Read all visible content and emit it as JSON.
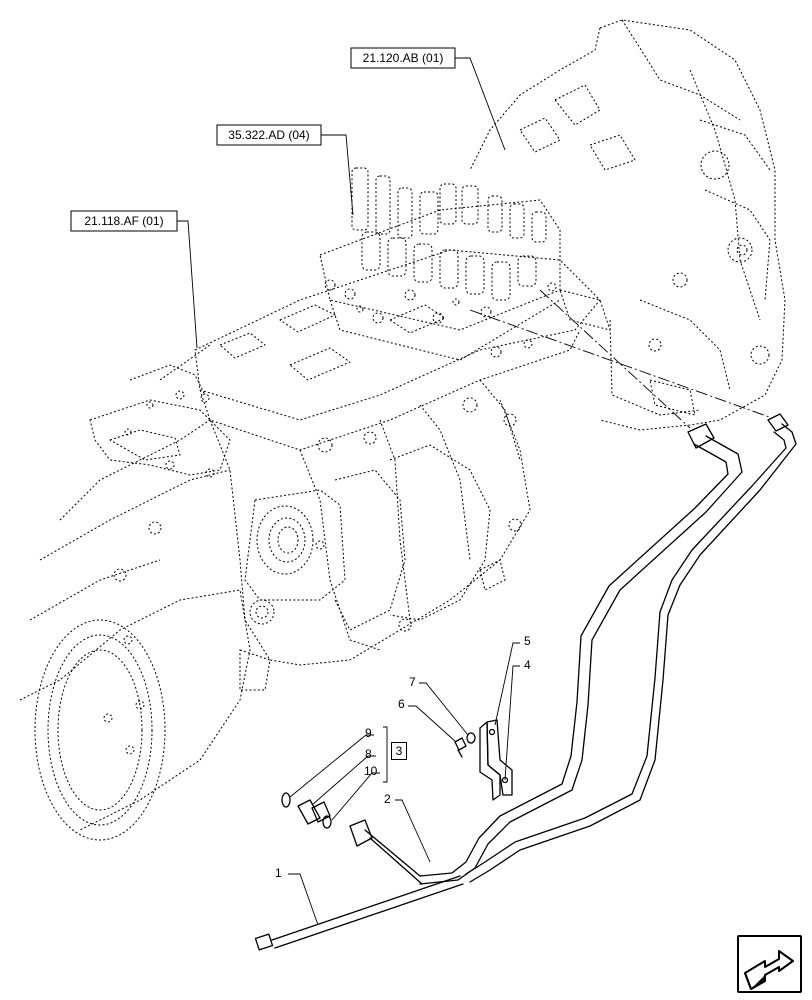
{
  "references": {
    "ref_21_120": "21.120.AB (01)",
    "ref_35_322": "35.322.AD (04)",
    "ref_21_118": "21.118.AF (01)"
  },
  "callouts": {
    "c1": "1",
    "c2": "2",
    "c3": "3",
    "c4": "4",
    "c5": "5",
    "c6": "6",
    "c7": "7",
    "c8": "8",
    "c9": "9",
    "c10": "10"
  },
  "icons": {
    "nav": "next-page-arrow-icon"
  }
}
